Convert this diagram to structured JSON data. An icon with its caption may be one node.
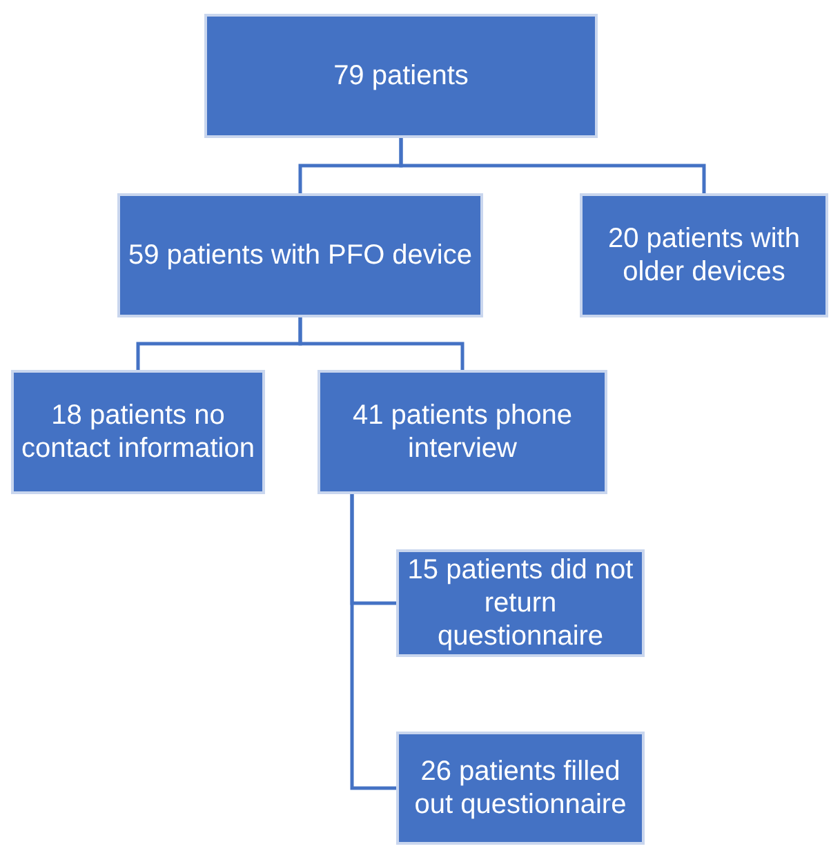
{
  "diagram": {
    "nodes": [
      {
        "text": [
          "79 patients"
        ]
      },
      {
        "text": [
          "59 patients with PFO device"
        ]
      },
      {
        "text": [
          "20 patients with older devices"
        ]
      },
      {
        "text": [
          "18 patients no contact information"
        ]
      },
      {
        "text": [
          "41 patients phone interview"
        ]
      },
      {
        "text": [
          "15 patients did not return questionnaire"
        ]
      },
      {
        "text": [
          "26 patients filled out questionnaire"
        ]
      }
    ],
    "edges": [
      {
        "from": 0,
        "to": 1,
        "arrow": "none"
      },
      {
        "from": 0,
        "to": 2,
        "arrow": "none"
      },
      {
        "from": 1,
        "to": 3,
        "arrow": "none"
      },
      {
        "from": 1,
        "to": 4,
        "arrow": "none"
      },
      {
        "from": 4,
        "to": 5,
        "arrow": "none"
      },
      {
        "from": 4,
        "to": 6,
        "arrow": "none"
      }
    ]
  }
}
